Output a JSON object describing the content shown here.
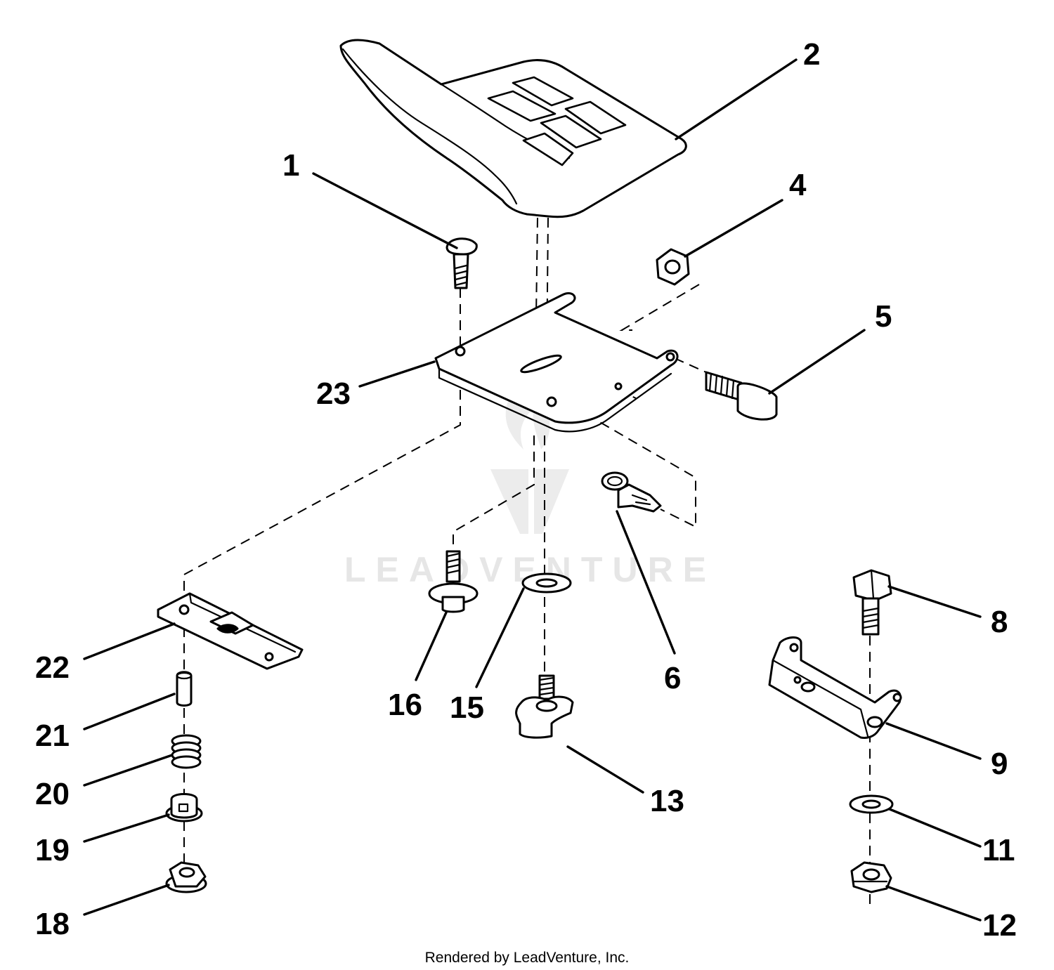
{
  "watermark": {
    "text": "LEADVENTURE"
  },
  "footer": {
    "credit": "Rendered by LeadVenture, Inc."
  },
  "callouts": [
    "1",
    "2",
    "4",
    "5",
    "6",
    "8",
    "9",
    "11",
    "12",
    "13",
    "15",
    "16",
    "18",
    "19",
    "20",
    "21",
    "22",
    "23"
  ]
}
